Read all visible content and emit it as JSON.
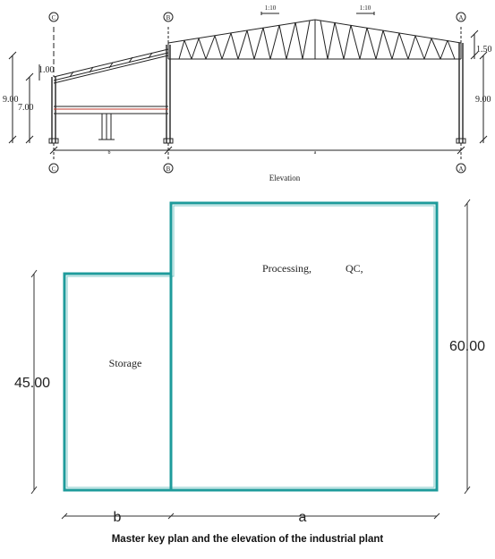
{
  "elevation": {
    "title": "Elevation",
    "slope_left": "1:10",
    "slope_right": "1:10",
    "dim_left_height": "9.00",
    "dim_left_eave": "7.00",
    "dim_left_rise": "1.00",
    "dim_right_height": "9.00",
    "dim_right_rise": "1.50",
    "dim_span_b": "b",
    "dim_span_a": "a",
    "grid_labels": [
      "C",
      "B",
      "A"
    ]
  },
  "plan": {
    "room_processing": "Processing,",
    "room_qc": "QC,",
    "room_storage": "Storage",
    "dim_left": "45.00",
    "dim_right": "60.00",
    "dim_b": "b",
    "dim_a": "a",
    "outline_color": "#1e9b9b"
  },
  "caption": "Master key plan and the elevation of the industrial plant"
}
